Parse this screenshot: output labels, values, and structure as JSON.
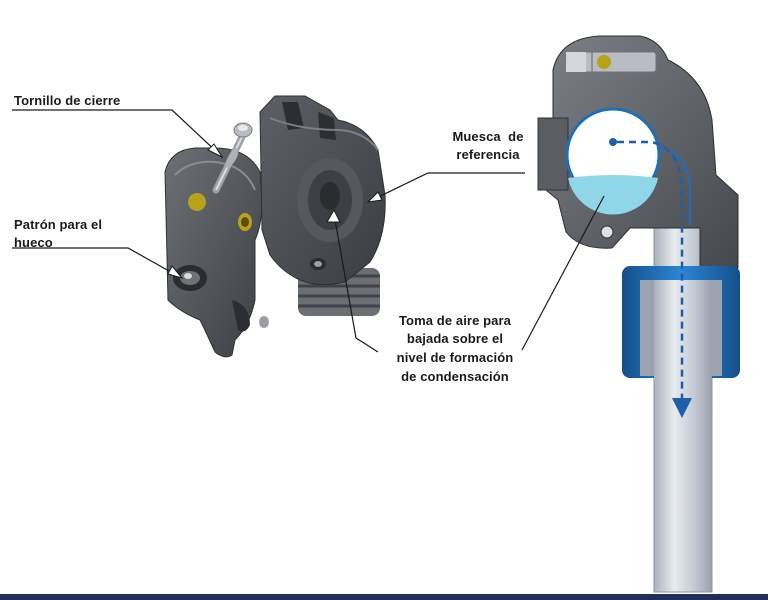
{
  "labels": {
    "tornillo": "Tornillo de cierre",
    "patron_line1": "Patrón para el",
    "patron_line2": "hueco",
    "muesca_line1": "Muesca  de",
    "muesca_line2": "referencia",
    "toma_line1": "Toma de aire para",
    "toma_line2": "bajada sobre el",
    "toma_line3": "nivel de formación",
    "toma_line4": "de condensación"
  },
  "colors": {
    "part_dark": "#4a4d52",
    "part_mid": "#6a6d72",
    "part_light": "#8e9196",
    "brass": "#b8a21a",
    "blue_ring": "#1f6fb8",
    "pipe": "#c9ced6",
    "flow": "#1d5fa8",
    "water": "#8fd6e8",
    "bar": "#1f2f55"
  }
}
